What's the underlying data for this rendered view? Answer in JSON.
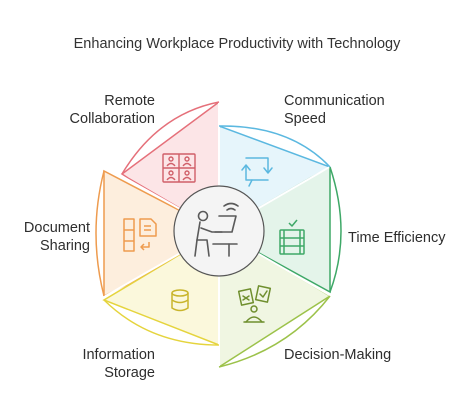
{
  "title": "Enhancing Workplace Productivity with Technology",
  "segments": [
    {
      "id": "communication",
      "label_line1": "Communication",
      "label_line2": "Speed",
      "icon": "chat-arrows-icon",
      "color": "#5bb8e0",
      "fill": "#e6f5fb"
    },
    {
      "id": "time",
      "label_line1": "Time Efficiency",
      "label_line2": "",
      "icon": "server-stack-icon",
      "color": "#3ea867",
      "fill": "#e4f4ea"
    },
    {
      "id": "decision",
      "label_line1": "Decision-Making",
      "label_line2": "",
      "icon": "choice-cards-icon",
      "color": "#9cc24a",
      "fill": "#f0f6e2"
    },
    {
      "id": "storage",
      "label_line1": "Information",
      "label_line2": "Storage",
      "icon": "database-icon",
      "color": "#e5d43d",
      "fill": "#fbf8dc"
    },
    {
      "id": "document",
      "label_line1": "Document",
      "label_line2": "Sharing",
      "icon": "document-share-icon",
      "color": "#ee9b4e",
      "fill": "#fdeedd"
    },
    {
      "id": "remote",
      "label_line1": "Remote",
      "label_line2": "Collaboration",
      "icon": "video-grid-icon",
      "color": "#e5707a",
      "fill": "#fce5e7"
    }
  ],
  "center": {
    "icon": "person-laptop-icon"
  }
}
